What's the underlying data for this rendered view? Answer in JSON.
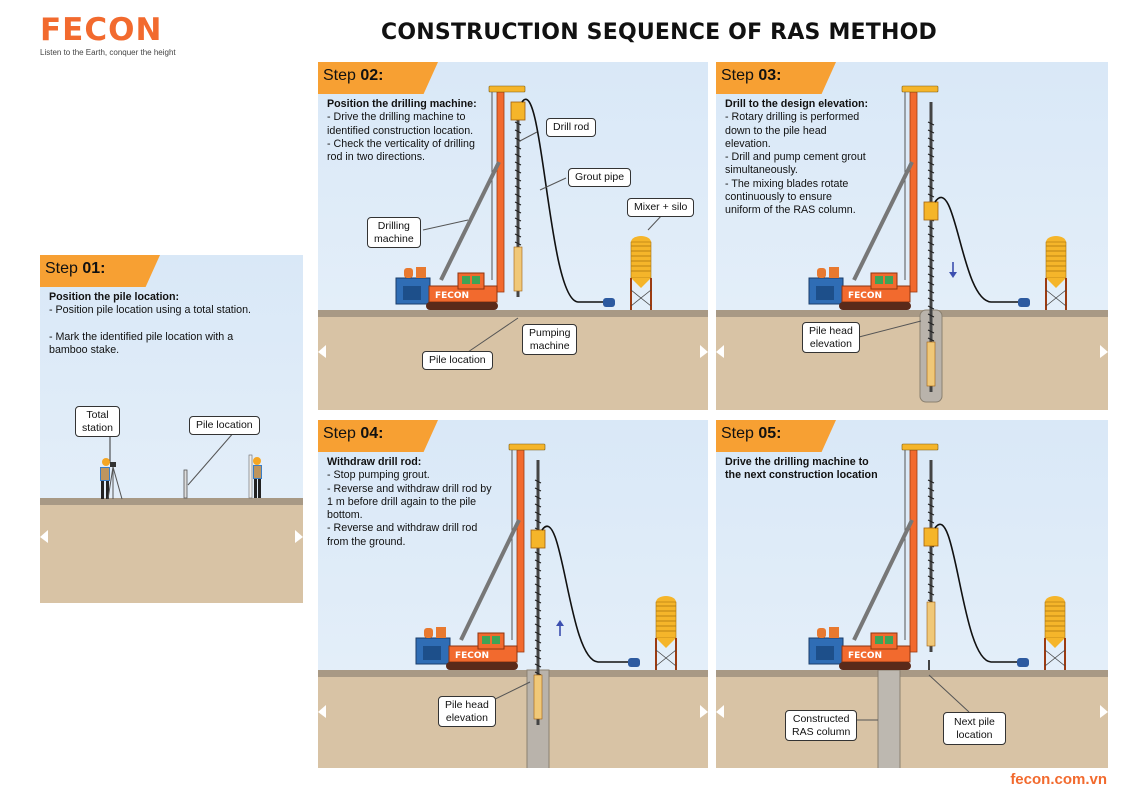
{
  "brand": {
    "logo_text": "FECON",
    "tagline": "Listen to the Earth, conquer the height",
    "accent_color": "#f26a2e",
    "website": "fecon.com.vn"
  },
  "title": "CONSTRUCTION SEQUENCE OF RAS METHOD",
  "colors": {
    "sky": "#d9e8f7",
    "ground": "#d8c3a5",
    "step_tab": "#f7a033",
    "machine": "#f26a2e",
    "cab_blue": "#2f6db5",
    "silo": "#f5b52a"
  },
  "steps": [
    {
      "prefix": "Step ",
      "number": "01:",
      "heading": "Position the pile location:",
      "lines": [
        "-  Position pile location using a total station.",
        "",
        "- Mark the identified pile location with a bamboo stake."
      ],
      "callouts": [
        "Total station",
        "Pile location"
      ]
    },
    {
      "prefix": "Step ",
      "number": "02:",
      "heading": "Position the drilling machine:",
      "lines": [
        "- Drive the drilling machine to identified construction location.",
        "- Check the verticality of drilling rod in two directions."
      ],
      "callouts": [
        "Drill rod",
        "Grout pipe",
        "Mixer + silo",
        "Drilling machine",
        "Pumping machine",
        "Pile location"
      ]
    },
    {
      "prefix": "Step ",
      "number": "03:",
      "heading": "Drill to the design elevation:",
      "lines": [
        "- Rotary drilling is performed down to the pile head elevation.",
        "- Drill and pump cement grout simultaneously.",
        "- The mixing blades rotate continuously to ensure uniform of the RAS column."
      ],
      "callouts": [
        "Pile head elevation"
      ],
      "arrow": "down"
    },
    {
      "prefix": "Step ",
      "number": "04:",
      "heading": "Withdraw drill rod:",
      "lines": [
        "- Stop pumping grout.",
        "- Reverse and withdraw drill rod by 1 m before drill again to the pile bottom.",
        "- Reverse and withdraw drill rod from the ground."
      ],
      "callouts": [
        "Pile head elevation"
      ],
      "arrow": "up"
    },
    {
      "prefix": "Step ",
      "number": "05:",
      "heading": "Drive the drilling machine to the next construction location",
      "lines": [],
      "callouts": [
        "Constructed RAS column",
        "Next pile location"
      ]
    }
  ]
}
